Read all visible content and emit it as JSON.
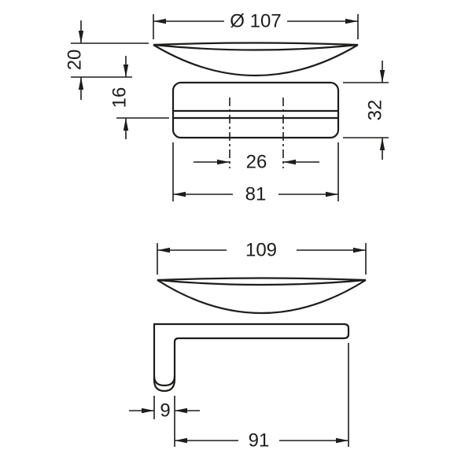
{
  "colors": {
    "background": "#ffffff",
    "line": "#1d1d1b"
  },
  "front_view": {
    "dimensions": {
      "diameter": "Ø 107",
      "dish_height": "20",
      "rim_to_groove": "16",
      "body_height": "32",
      "hole_spacing": "26",
      "body_width": "81"
    }
  },
  "side_view": {
    "dimensions": {
      "overall_width": "109",
      "wall_plate_thickness": "9",
      "bracket_depth": "91"
    }
  }
}
